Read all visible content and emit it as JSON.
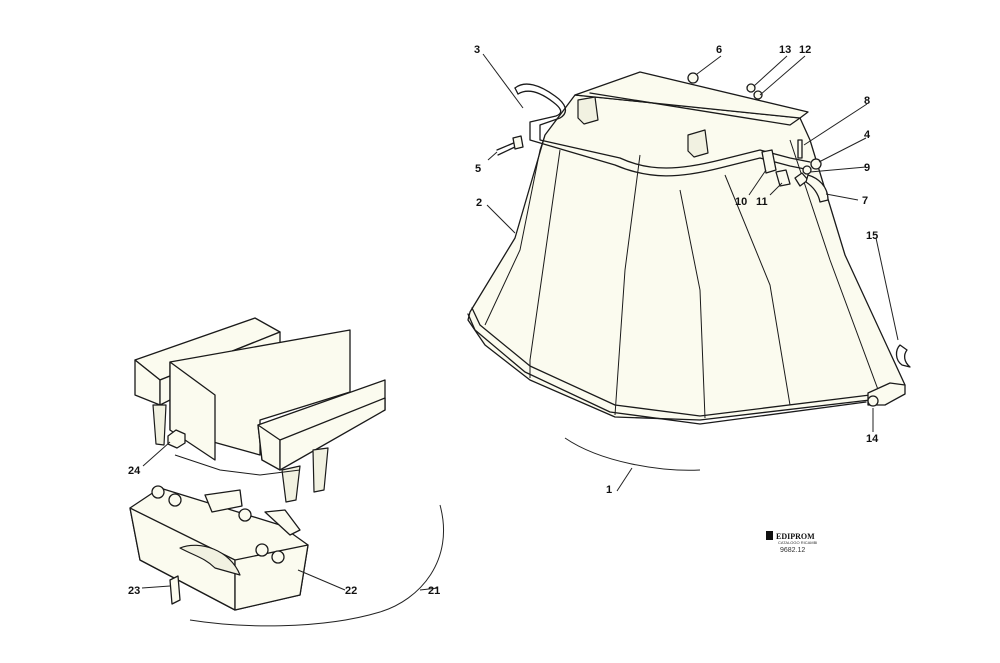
{
  "callouts": {
    "c1": "1",
    "c2": "2",
    "c3": "3",
    "c4": "4",
    "c5": "5",
    "c6": "6",
    "c7": "7",
    "c8": "8",
    "c9": "9",
    "c10": "10",
    "c11": "11",
    "c12": "12",
    "c13": "13",
    "c14": "14",
    "c15": "15",
    "c21": "21",
    "c22": "22",
    "c23": "23",
    "c24": "24"
  },
  "logo": {
    "name": "EDIPROM",
    "tagline": "CATALOGO RICAMBI"
  },
  "drawing_code": "9682.12"
}
